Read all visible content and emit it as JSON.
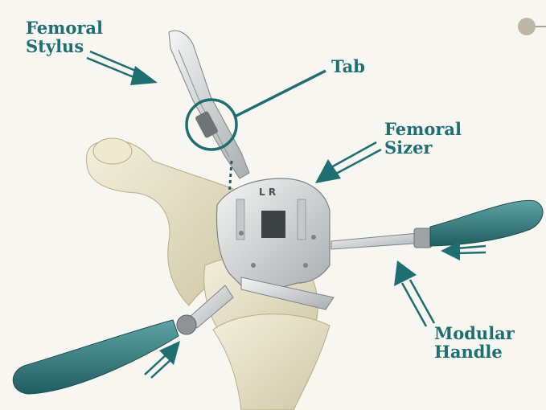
{
  "labels": {
    "femoral_stylus": [
      "Femoral",
      "Stylus"
    ],
    "tab": "Tab",
    "femoral_sizer": [
      "Femoral",
      "Sizer"
    ],
    "modular_handle": [
      "Modular",
      "Handle"
    ]
  },
  "sizer_engraving": "L R",
  "colors": {
    "accent_teal": "#1f6e72",
    "bone": "#e9e4cc",
    "metal": "#d9dcdd",
    "background": "#f7f6f1"
  }
}
